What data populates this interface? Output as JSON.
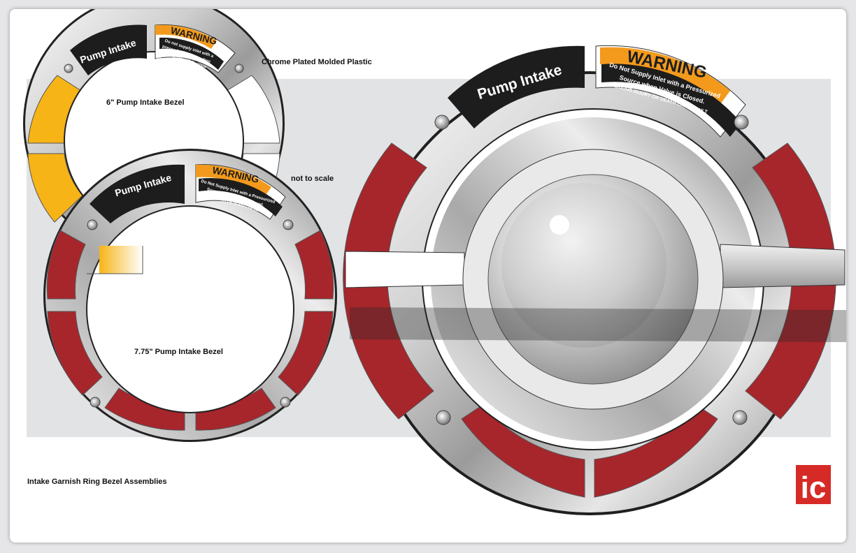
{
  "labels": {
    "material": "Chrome Plated Molded Plastic",
    "scale_note": "not to scale",
    "bezel_small": "6\" Pump Intake Bezel",
    "bezel_medium": "7.75\" Pump Intake Bezel",
    "assemblies": "Intake Garnish Ring Bezel Assemblies"
  },
  "badge": {
    "label": "Pump Intake"
  },
  "warning": {
    "title": "WARNING",
    "line1": "Do Not Supply Inlet with a Pressurized",
    "line2": "Source when Valve is Closed.",
    "line3": "SERIOUS INJURY OR DEATH CAN RESULT",
    "small_line1": "Do not supply inlet with a",
    "small_line2": "pressurized source when",
    "small_line3": "valve is closed. Serious",
    "small_line4": "injury or death can result."
  },
  "logo": {
    "text": "ic"
  },
  "colors": {
    "red": "#a6262c",
    "yellow": "#f7b416",
    "warning_orange": "#f39a1c",
    "badge_black": "#1d1d1d",
    "logo_red": "#d62a26",
    "backdrop": "#e2e3e5"
  }
}
